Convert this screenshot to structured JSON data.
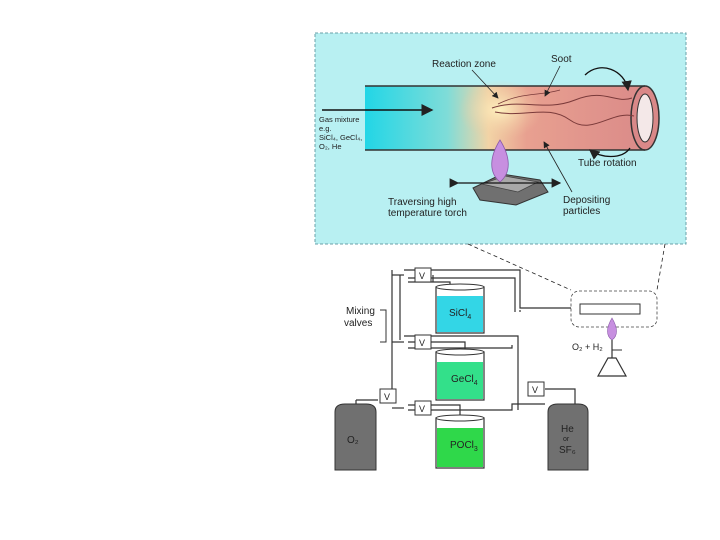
{
  "inset": {
    "reaction_zone": "Reaction zone",
    "soot": "Soot",
    "gas_mixture": [
      "Gas mixture",
      "e.g.",
      "SiCl₄, GeCl₄,",
      "O₂, He"
    ],
    "tube_rotation": "Tube rotation",
    "torch": [
      "Traversing high",
      "temperature torch"
    ],
    "depositing": [
      "Depositing",
      "particles"
    ]
  },
  "system": {
    "mixing_valves": [
      "Mixing",
      "valves"
    ],
    "valve_label": "V",
    "bubblers": [
      {
        "name": "SiCl",
        "sub": "4",
        "color": "#33d6e6"
      },
      {
        "name": "GeCl",
        "sub": "4",
        "color": "#33e08a"
      },
      {
        "name": "POCl",
        "sub": "3",
        "color": "#2fd84a"
      }
    ],
    "o2_tank": "O₂",
    "he_tank": [
      "He",
      "or",
      "SF₆"
    ],
    "burner_o2": "O₂ + H₂"
  },
  "colors": {
    "inset_bg": "#b8f0f2",
    "tube_inlet": "#22d6e6",
    "tube_hot": "#f0c8a0",
    "tube_body": "#e08a88",
    "flame": "#c78fe0",
    "cylinder": "#707070"
  }
}
